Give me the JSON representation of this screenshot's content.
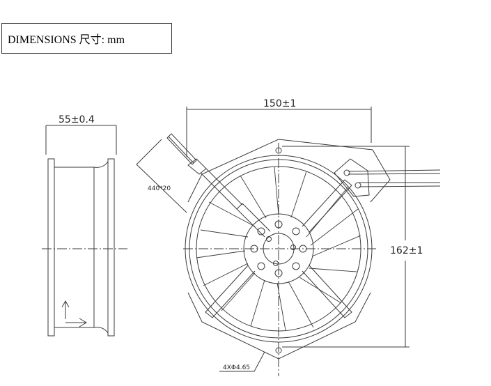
{
  "header": {
    "title": "DIMENSIONS 尺寸: mm"
  },
  "side_view": {
    "depth_label": "55±0.4"
  },
  "front_view": {
    "width_label": "150±1",
    "height_label": "162±1",
    "lead_label": "440*20",
    "hole_label": "4XΦ4.65"
  },
  "colors": {
    "line": "#3a3a3a",
    "background": "#ffffff"
  }
}
